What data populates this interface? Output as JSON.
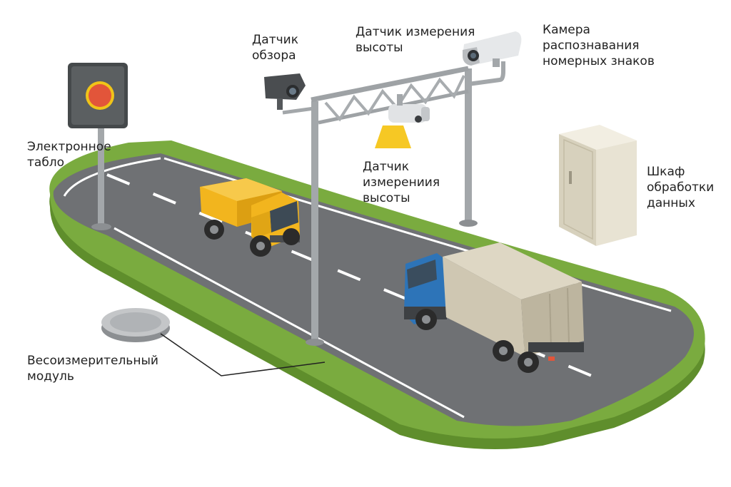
{
  "labels": {
    "display_board": [
      "Электронное",
      "табло"
    ],
    "overview_sensor": [
      "Датчик",
      "обзора"
    ],
    "height_sensor_top": [
      "Датчик измерения",
      "высоты"
    ],
    "plate_camera": [
      "Камера",
      "распознавания",
      "номерных знаков"
    ],
    "height_sensor_mid": [
      "Датчик",
      "измерениия",
      "высоты"
    ],
    "cabinet": [
      "Шкаф",
      "обработки",
      "данных"
    ],
    "weigh_module": [
      "Весоизмерительный",
      "модуль"
    ]
  },
  "colors": {
    "grass": "#7aab3f",
    "grass_dark": "#5f8e2c",
    "asphalt": "#6f7174",
    "lane_marking": "#ffffff",
    "pole": "#a3a7aa",
    "board_body": "#5b5f61",
    "board_light": "#e2553a",
    "board_ring": "#f0c419",
    "dump_truck": "#f2b51e",
    "cargo_truck_cab": "#2d74b8",
    "cargo_box": "#cfc7b2",
    "cabinet": "#e8e3d3",
    "sensor_beam": "#f5c518"
  },
  "icons": [
    "display-board-icon",
    "overview-camera-icon",
    "height-sensor-icon",
    "plate-camera-icon",
    "cabinet-icon",
    "weigh-pad-icon",
    "dump-truck-icon",
    "cargo-truck-icon"
  ]
}
